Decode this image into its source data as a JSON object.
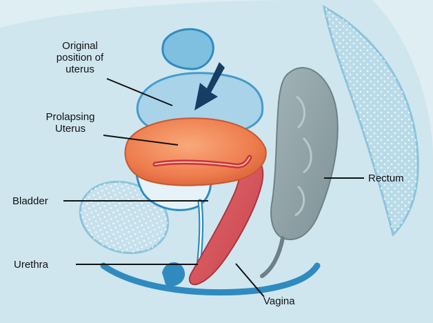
{
  "labels": {
    "original_position": {
      "line1": "Original",
      "line2": "position of",
      "line3": "uterus"
    },
    "prolapsing_uterus": {
      "line1": "Prolapsing",
      "line2": "Uterus"
    },
    "bladder": "Bladder",
    "urethra": "Urethra",
    "rectum": "Rectum",
    "vagina": "Vagina"
  },
  "colors": {
    "background": "#dfeef3",
    "body_fill": "#cfe6ef",
    "organ_blue": "#2f8bbf",
    "uterus_orange": "#ee7d4e",
    "vagina_red": "#d64f57",
    "rectum_gray": "#8d9ea3",
    "arrow": "#163d63",
    "leader_line": "#111111"
  }
}
